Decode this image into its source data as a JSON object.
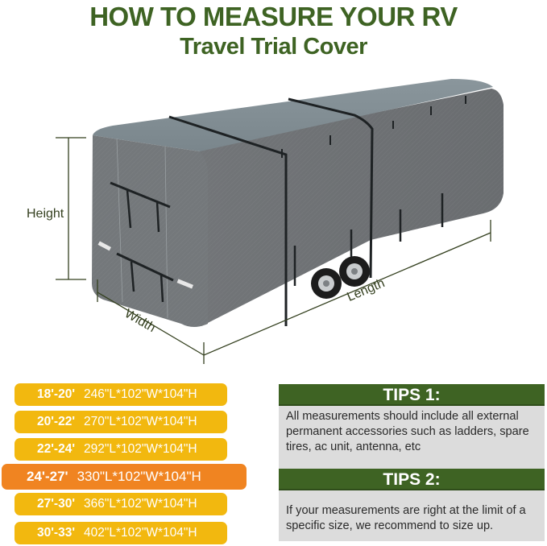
{
  "header": {
    "title": "HOW TO MEASURE YOUR RV",
    "subtitle": "Travel Trial Cover"
  },
  "illustration": {
    "subject": "rv-travel-trailer-cover",
    "labels": {
      "height": "Height",
      "width": "Width",
      "length": "Length"
    }
  },
  "sizes": [
    {
      "range": "18'-20'",
      "dims": "246\"L*102\"W*104\"H",
      "highlight": false
    },
    {
      "range": "20'-22'",
      "dims": "270\"L*102\"W*104\"H",
      "highlight": false
    },
    {
      "range": "22'-24'",
      "dims": "292\"L*102\"W*104\"H",
      "highlight": false
    },
    {
      "range": "24'-27'",
      "dims": "330\"L*102\"W*104\"H",
      "highlight": true
    },
    {
      "range": "27'-30'",
      "dims": "366\"L*102\"W*104\"H",
      "highlight": false
    },
    {
      "range": "30'-33'",
      "dims": "402\"L*102\"W*104\"H",
      "highlight": false
    }
  ],
  "tips": [
    {
      "title": "TIPS 1:",
      "text": "All measurements should include all external permanent accessories such as ladders, spare tires, ac unit, antenna, etc"
    },
    {
      "title": "TIPS 2:",
      "text": "If your measurements are right at the limit of a specific size, we recommend to size up."
    }
  ],
  "colors": {
    "title_green": "#3e6323",
    "size_yellow": "#f2b80f",
    "size_orange": "#f08421",
    "tip_header_green": "#3e6323",
    "tip_body_gray": "#dcdcdc",
    "cover_gray": "#6f7578"
  }
}
